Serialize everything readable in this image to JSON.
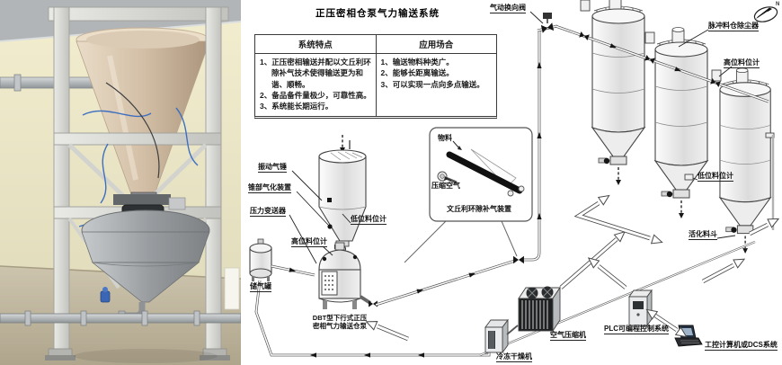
{
  "colors": {
    "diagram_line": "#4a4a4a",
    "label_text": "#111111",
    "photo_wall": "#ece7c9",
    "photo_cone": "#d9c6ae",
    "photo_vessel": "#95999c",
    "accent_blue": "#3e6fbf"
  },
  "diagram": {
    "title": "正压密相仓泵气力输送系统",
    "table": {
      "headers": [
        "系统特点",
        "应用场合"
      ],
      "features": [
        "1、正压密相输送并配以文丘利环隙补气技术使得输送更为和谐、顺畅。",
        "2、备品备件量极少，可靠性高。",
        "3、系统能长期运行。"
      ],
      "applications": [
        "1、输送物料种类广。",
        "2、能够长距离输送。",
        "3、可以实现一点向多点输送。"
      ]
    },
    "labels": {
      "vibrating_air_hammer": "振动气锤",
      "cone_fluidizing_device": "锥部气化装置",
      "pressure_transmitter": "压力变送器",
      "high_level_indicator_pump": "高位料位计",
      "low_level_indicator_hopper": "低位料位计",
      "air_receiver_tank": "储气罐",
      "pump_caption_line1": "DBT型下行式正压",
      "pump_caption_line2": "密相气力输送仓泵",
      "material": "物料",
      "compressed_air": "压缩空气",
      "venturi_device": "文丘利环隙补气装置",
      "pneumatic_diverter_valve": "气动换向阀",
      "pulse_dust_collector": "脉冲料仓除尘器",
      "high_level_indicator_silo": "高位料位计",
      "low_level_indicator_silo": "低位料位计",
      "activation_hopper": "活化料斗",
      "freeze_dryer": "冷冻干燥机",
      "air_compressor": "空气压缩机",
      "plc_system": "PLC可编程控制系统",
      "industrial_computer": "工控计算机或DCS系统",
      "logo_mark": "N"
    }
  }
}
